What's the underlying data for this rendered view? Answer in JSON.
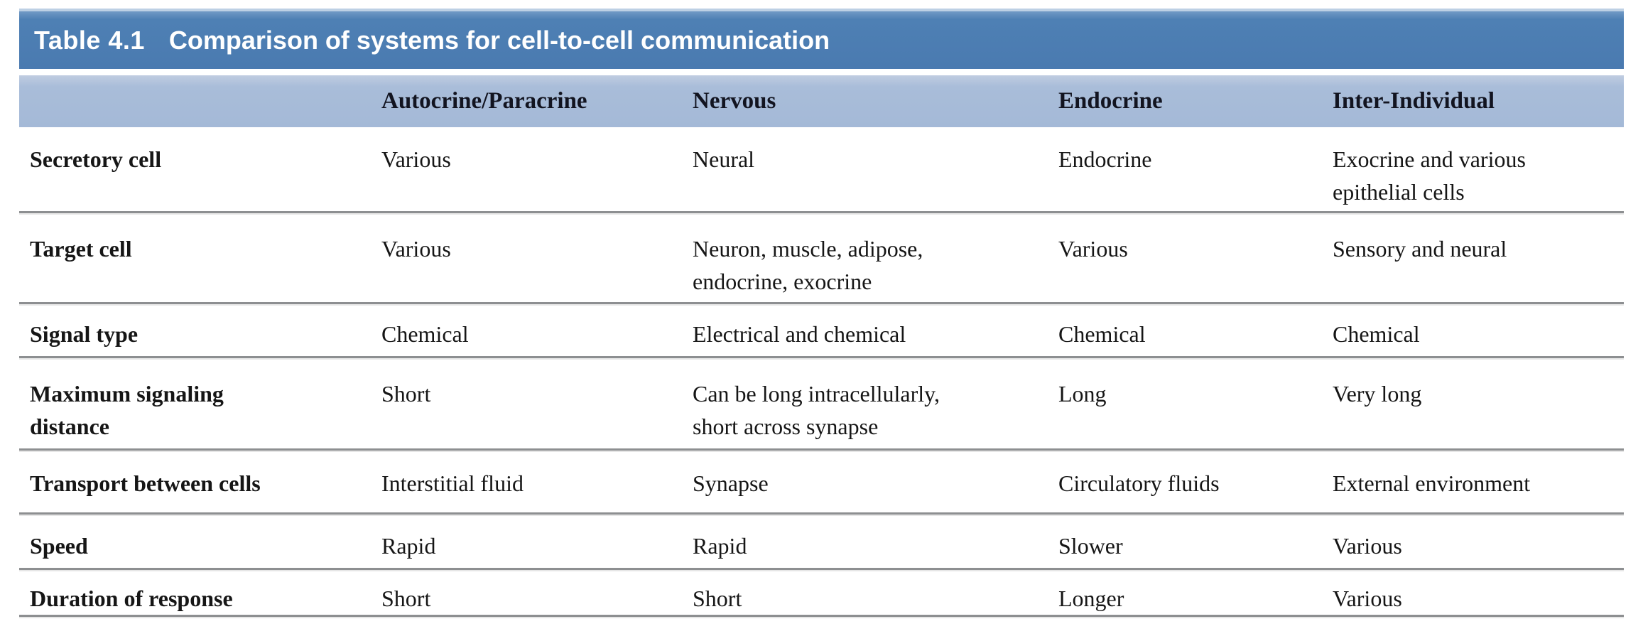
{
  "table": {
    "title_label": "Table 4.1",
    "title_text": "Comparison of systems for cell-to-cell communication",
    "columns": [
      "Autocrine/Paracrine",
      "Nervous",
      "Endocrine",
      "Inter-Individual"
    ],
    "rows": [
      {
        "label": "Secretory cell",
        "cells": [
          "Various",
          "Neural",
          "Endocrine",
          "Exocrine and various\nepithelial cells"
        ]
      },
      {
        "label": "Target cell",
        "cells": [
          "Various",
          "Neuron, muscle, adipose,\nendocrine, exocrine",
          "Various",
          "Sensory and neural"
        ]
      },
      {
        "label": "Signal type",
        "cells": [
          "Chemical",
          "Electrical and chemical",
          "Chemical",
          "Chemical"
        ]
      },
      {
        "label": "Maximum signaling\ndistance",
        "cells": [
          "Short",
          "Can be long intracellularly,\nshort across synapse",
          "Long",
          "Very long"
        ]
      },
      {
        "label": "Transport between cells",
        "cells": [
          "Interstitial fluid",
          "Synapse",
          "Circulatory fluids",
          "External environment"
        ]
      },
      {
        "label": "Speed",
        "cells": [
          "Rapid",
          "Rapid",
          "Slower",
          "Various"
        ]
      },
      {
        "label": "Duration of response",
        "cells": [
          "Short",
          "Short",
          "Longer",
          "Various"
        ]
      }
    ],
    "colors": {
      "title_bar_blue": "#4a7ab0",
      "header_band_blue": "#a9bdd9",
      "divider_gray": "#8d8f91",
      "title_text": "#ffffff",
      "body_text": "#161616"
    }
  }
}
